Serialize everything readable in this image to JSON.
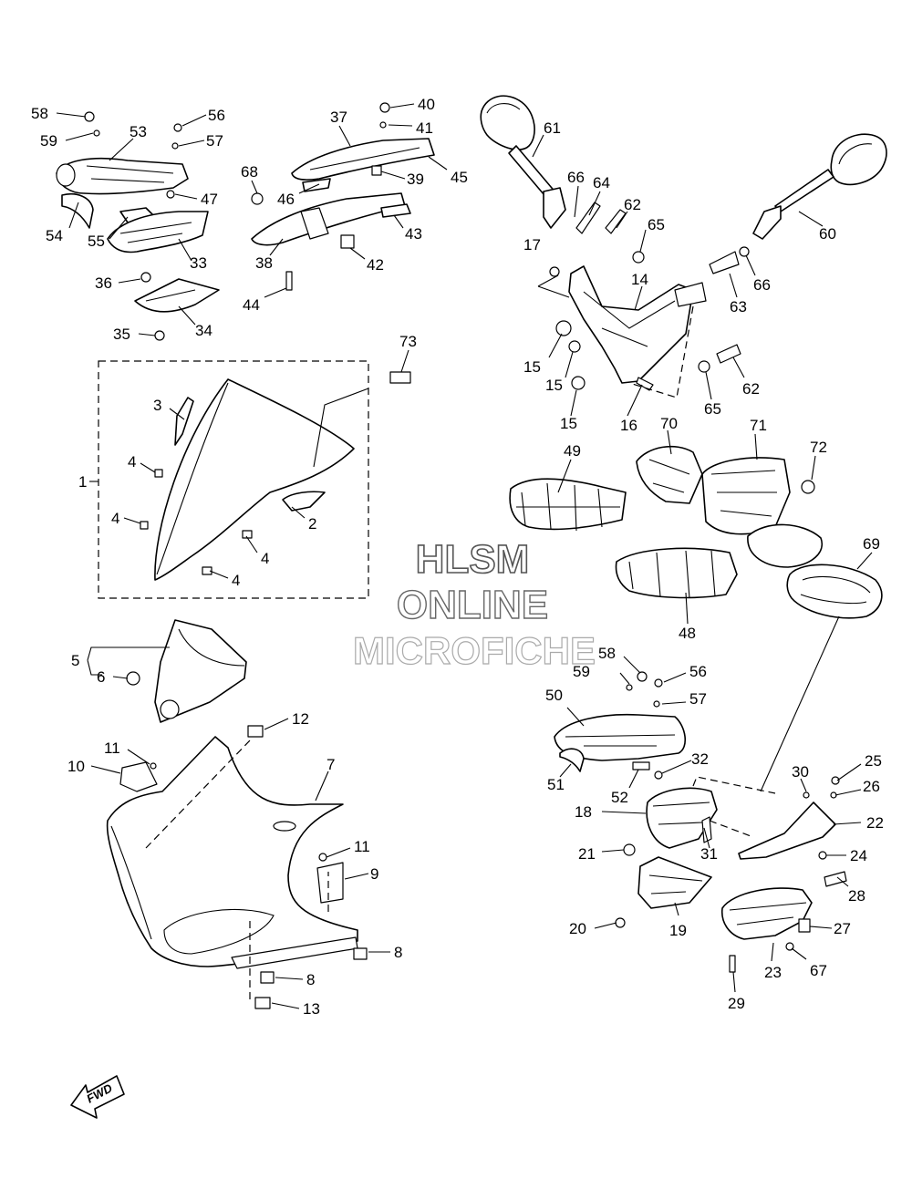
{
  "callouts": [
    "58",
    "59",
    "53",
    "56",
    "57",
    "47",
    "54",
    "55",
    "33",
    "36",
    "34",
    "35",
    "40",
    "37",
    "41",
    "39",
    "45",
    "68",
    "46",
    "43",
    "38",
    "42",
    "44",
    "61",
    "66",
    "64",
    "62",
    "65",
    "60",
    "17",
    "14",
    "63",
    "66",
    "15",
    "15",
    "15",
    "16",
    "65",
    "62",
    "73",
    "3",
    "4",
    "1",
    "4",
    "2",
    "4",
    "4",
    "49",
    "70",
    "71",
    "72",
    "69",
    "48",
    "5",
    "6",
    "12",
    "11",
    "10",
    "7",
    "11",
    "9",
    "8",
    "8",
    "13",
    "58",
    "59",
    "56",
    "50",
    "57",
    "32",
    "51",
    "52",
    "18",
    "21",
    "31",
    "30",
    "25",
    "26",
    "22",
    "24",
    "28",
    "20",
    "19",
    "27",
    "23",
    "67",
    "29"
  ],
  "watermark": {
    "line1": "HLSM",
    "line2": "ONLINE",
    "line3": "MICROFICHE"
  },
  "fwd_label": "FWD"
}
